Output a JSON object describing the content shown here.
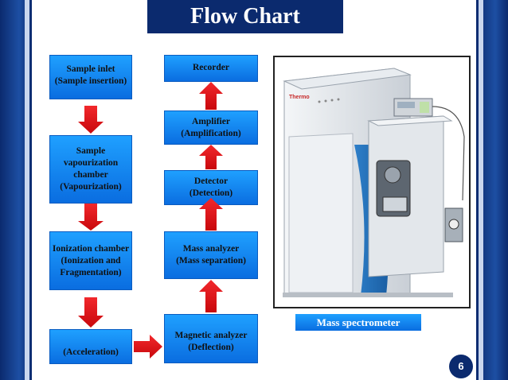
{
  "title": "Flow Chart",
  "left_column": [
    {
      "id": "sample-inlet",
      "text": "Sample inlet\n(Sample insertion)"
    },
    {
      "id": "vaporization-chamber",
      "text": "Sample\nvapourization\nchamber\n(Vapourization)"
    },
    {
      "id": "ionization-chamber",
      "text": "Ionization chamber\n(Ionization and\nFragmentation)"
    },
    {
      "id": "acceleration",
      "text": "(Acceleration)"
    }
  ],
  "right_column": [
    {
      "id": "recorder",
      "text": "Recorder"
    },
    {
      "id": "amplifier",
      "text": "Amplifier\n(Amplification)"
    },
    {
      "id": "detector",
      "text": "Detector\n(Detection)"
    },
    {
      "id": "mass-analyzer",
      "text": "Mass analyzer\n(Mass separation)"
    },
    {
      "id": "magnetic-analyzer",
      "text": "Magnetic analyzer\n(Deflection)"
    }
  ],
  "image": {
    "brand_label": "Thermo",
    "caption": "Mass spectrometer"
  },
  "page_number": "6",
  "colors": {
    "box_top": "#1fa0ff",
    "box_bottom": "#0a6de0",
    "arrow": "#e0161a",
    "navy": "#0b2a6e"
  }
}
